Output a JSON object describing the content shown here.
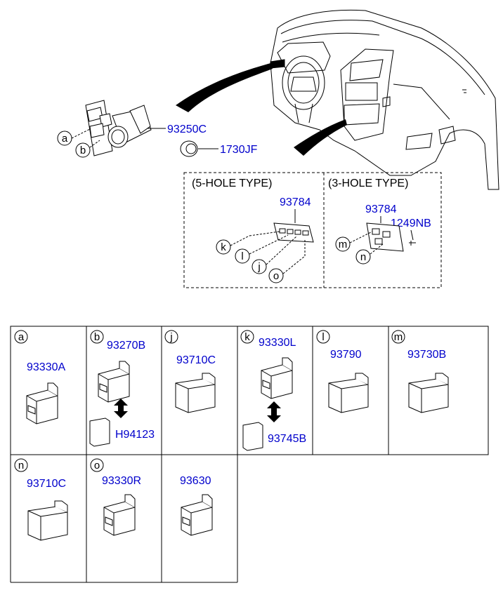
{
  "colors": {
    "part_number": "#0000cc",
    "line": "#000000",
    "background": "#ffffff"
  },
  "assembly": {
    "switch_panel_part": "93250C",
    "plug_part": "1730JF",
    "callout_a": "a",
    "callout_b": "b"
  },
  "five_hole": {
    "title": "(5-HOLE TYPE)",
    "bracket_part": "93784",
    "callouts": [
      "k",
      "l",
      "j",
      "o"
    ]
  },
  "three_hole": {
    "title": "(3-HOLE TYPE)",
    "bracket_part": "93784",
    "screw_part": "1249NB",
    "callouts": [
      "m",
      "n"
    ]
  },
  "table": {
    "row1": [
      {
        "letter": "a",
        "part": "93330A"
      },
      {
        "letter": "b",
        "part": "93270B",
        "sub_part": "H94123"
      },
      {
        "letter": "j",
        "part": "93710C"
      },
      {
        "letter": "k",
        "part": "93330L",
        "sub_part": "93745B"
      },
      {
        "letter": "l",
        "part": "93790"
      },
      {
        "letter": "m",
        "part": "93730B"
      }
    ],
    "row2": [
      {
        "letter": "n",
        "part": "93710C"
      },
      {
        "letter": "o",
        "part": "93330R"
      },
      {
        "letter": "",
        "part": "93630"
      }
    ]
  },
  "icons": [
    "dashboard-illustration",
    "leader-arrow",
    "double-arrow-icon",
    "switch-icon"
  ]
}
